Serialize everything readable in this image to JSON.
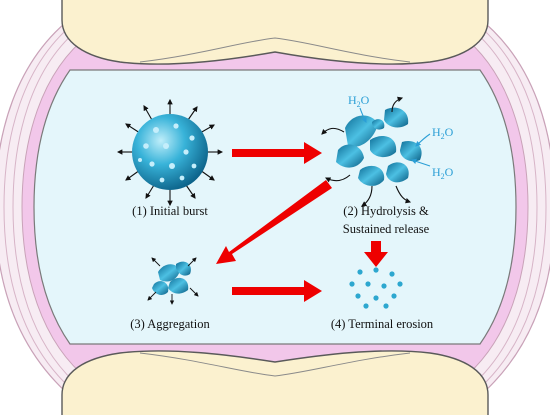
{
  "stages": [
    {
      "id": "initial-burst",
      "label": "(1) Initial burst"
    },
    {
      "id": "hydrolysis",
      "label_line1": "(2) Hydrolysis  &",
      "label_line2": "Sustained release"
    },
    {
      "id": "aggregation",
      "label": "(3) Aggregation"
    },
    {
      "id": "terminal-erosion",
      "label": "(4) Terminal erosion"
    }
  ],
  "water": {
    "main": "H",
    "sub": "2",
    "tail": "O"
  },
  "colors": {
    "bone_fill": "#fbf1cf",
    "bone_stroke": "#5a5a5a",
    "cartilage_pink": "#f2c7ea",
    "synovial_fluid": "#e4f6fb",
    "capsule_stroke": "#c9a2b8",
    "particle_blue": "#2da7cf",
    "arrow_red": "#ee0000",
    "water_blue": "#2b9fd6"
  }
}
